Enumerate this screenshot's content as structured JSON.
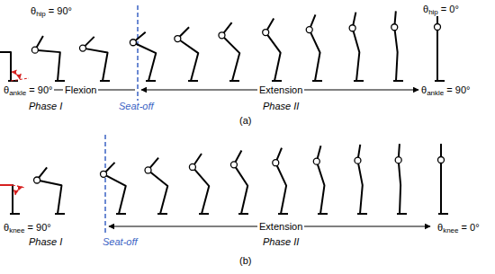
{
  "diagram": {
    "labels": [
      "θhip = 90°",
      "θhip = 0°",
      "θankle = 90°",
      "Flexion",
      "Extension",
      "θankle = 90°",
      "Phase I",
      "Seat-off",
      "Phase II",
      "(a)",
      "θknee = 90°",
      "Extension",
      "θknee = 0°",
      "Phase I",
      "Seat-off",
      "Phase II",
      "(b)"
    ]
  }
}
